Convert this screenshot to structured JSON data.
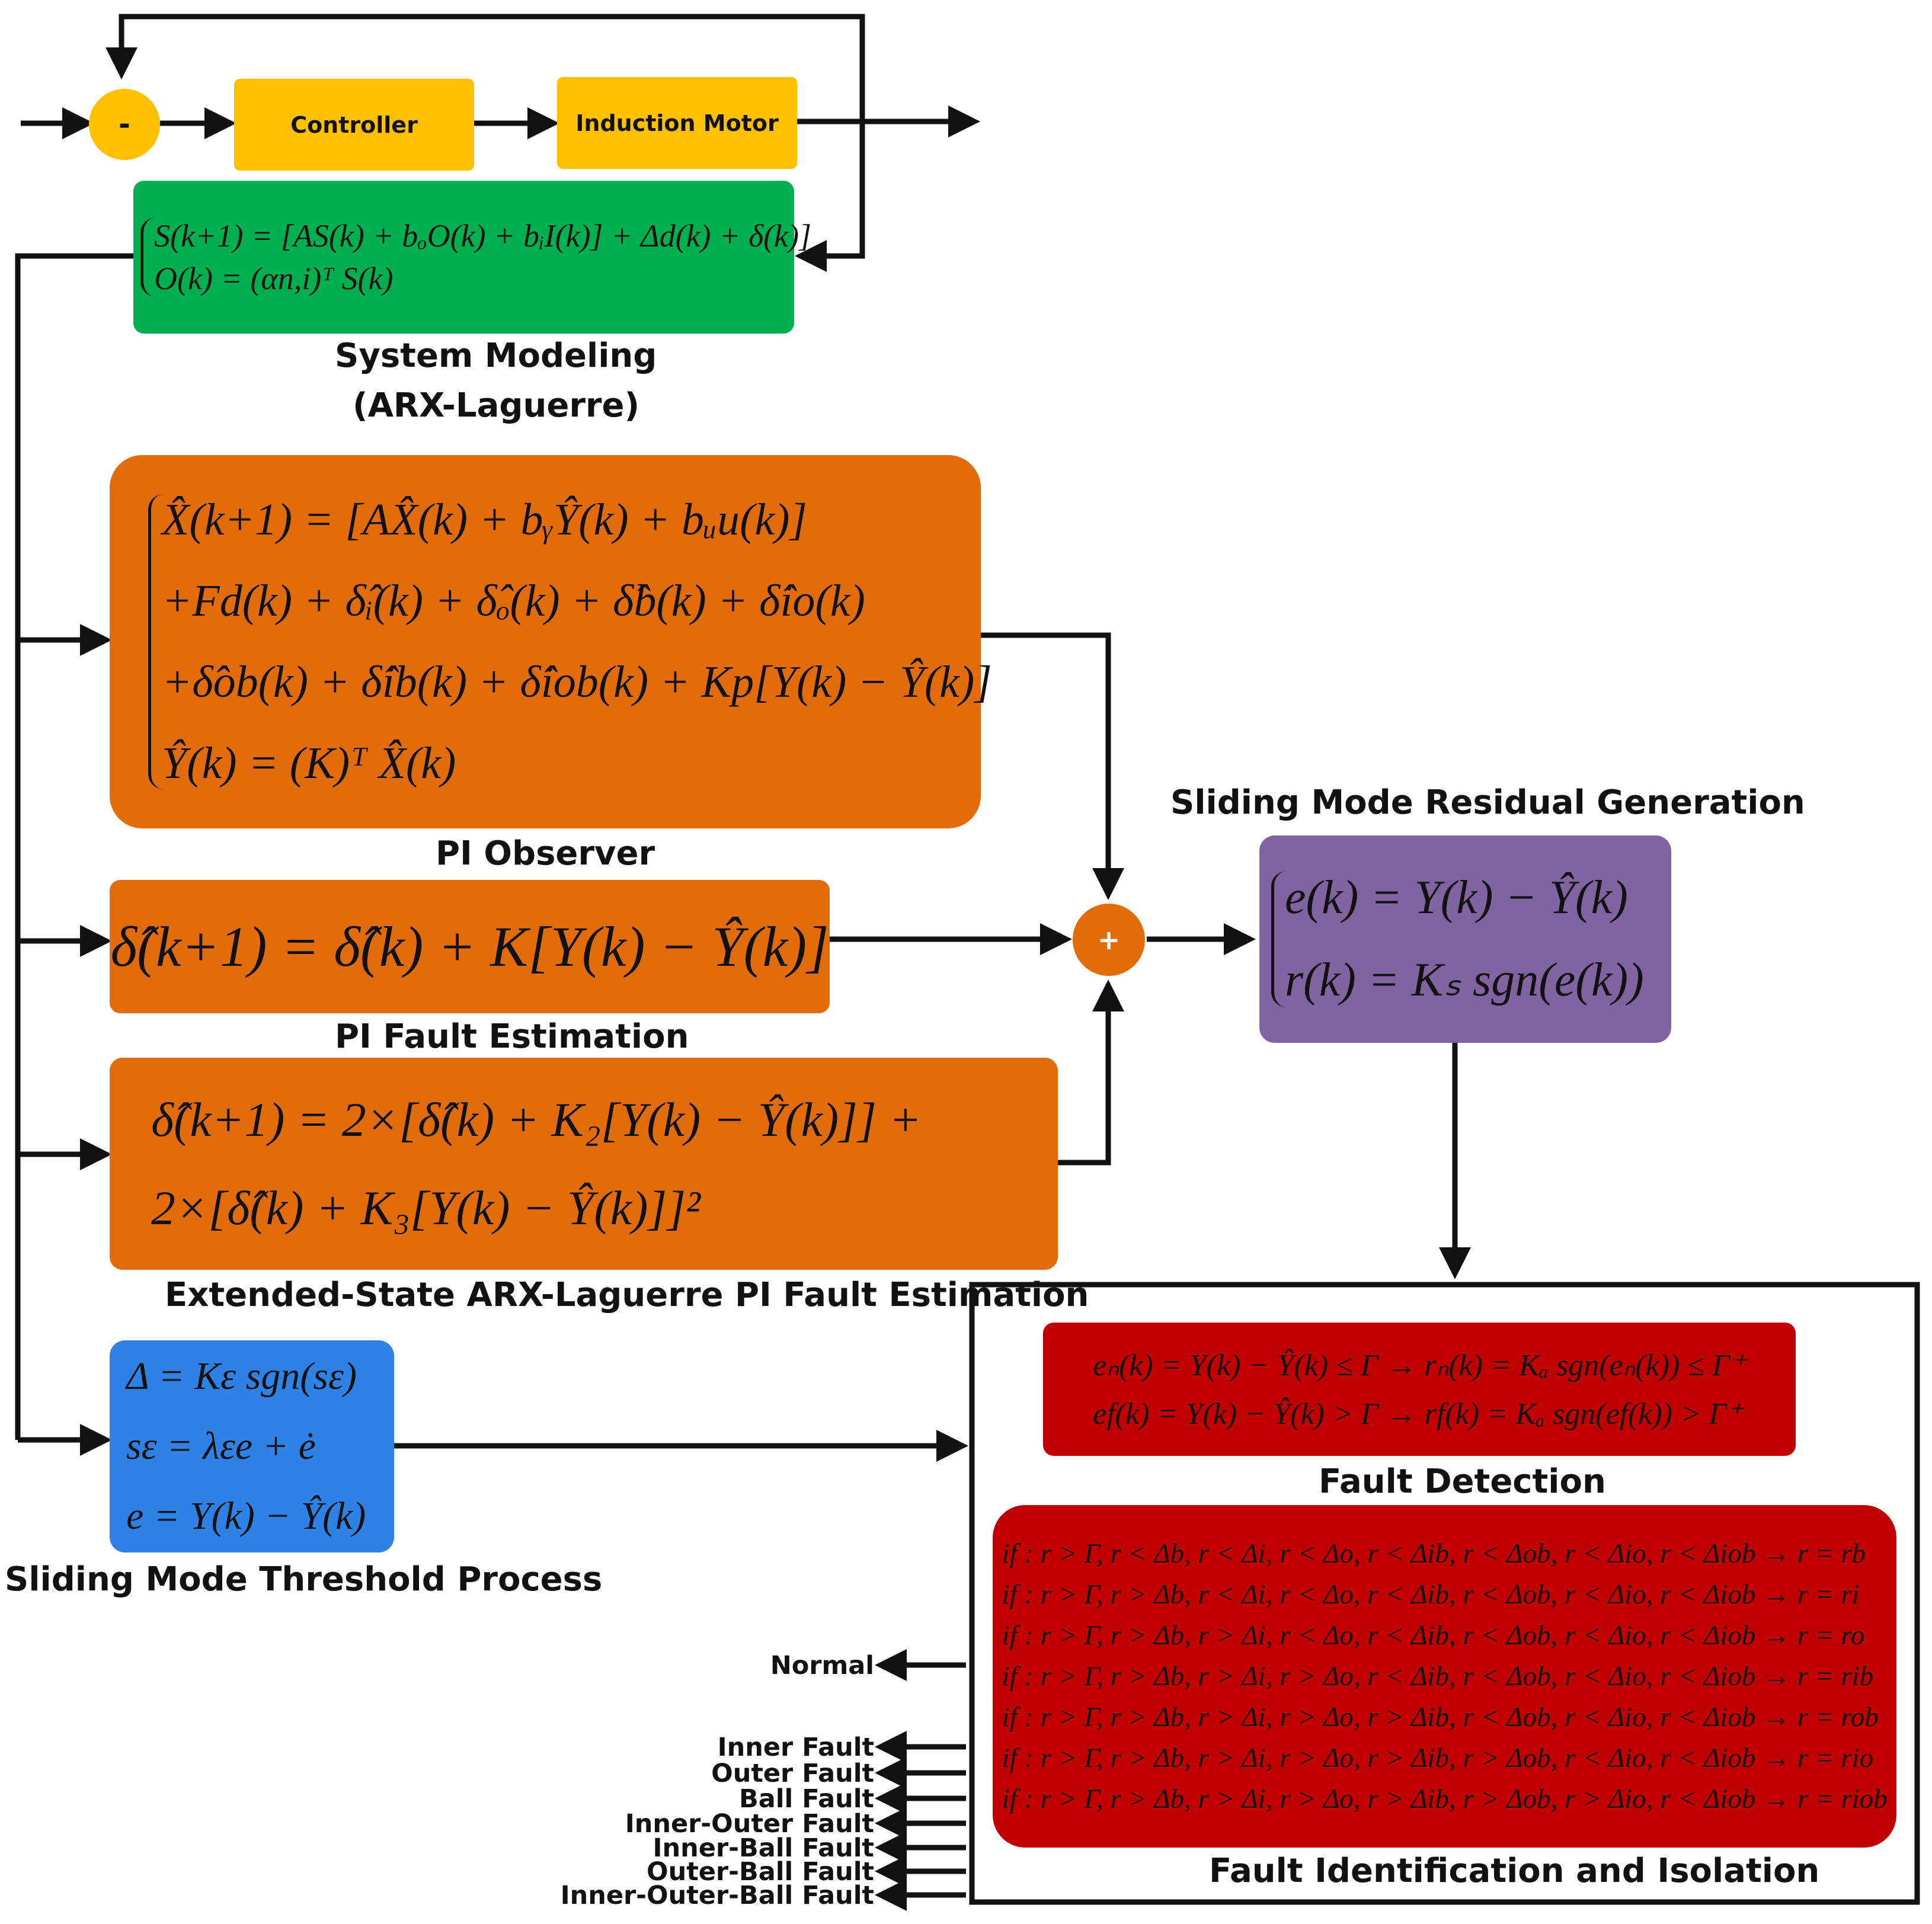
{
  "colors": {
    "controller": "#ffc000",
    "system_model": "#00b050",
    "observer": "#e36c0a",
    "residual": "#8064a2",
    "threshold": "#2e82e6",
    "fault": "#c00000"
  },
  "top_loop": {
    "sum_sign": "-",
    "controller": "Controller",
    "motor": "Induction Motor"
  },
  "system_modeling": {
    "eq1": "S(k+1) = [AS(k) + bₒO(k) + bᵢI(k)] + Δd(k) + δ(k)]",
    "eq2": "O(k) = (αn,i)ᵀ S(k)",
    "label_line1": "System Modeling",
    "label_line2": "(ARX-Laguerre)"
  },
  "pi_observer": {
    "eq1": "X̂(k+1) = [AX̂(k) + bᵧŶ(k) + bᵤu(k)]",
    "eq2": "+Fd(k) + δ̂ᵢ(k) + δ̂ₒ(k) + δ̂b(k) + δ̂io(k)",
    "eq3": "+δ̂ob(k) + δ̂ib(k) + δ̂iob(k) + Kp[Y(k) − Ŷ(k)]",
    "eq4": "Ŷ(k) = (K)ᵀ X̂(k)",
    "label": "PI Observer"
  },
  "pi_fault_estimation": {
    "eq": "δ̂(k+1) = δ̂(k) + K[Y(k) − Ŷ(k)]",
    "label": "PI Fault Estimation"
  },
  "extended_state": {
    "eq1": "δ̂(k+1) = 2×[δ̂(k) + K₂[Y(k) − Ŷ(k)]] +",
    "eq2": "2×[δ̂(k) + K₃[Y(k) − Ŷ(k)]]²",
    "label": "Extended-State ARX-Laguerre PI Fault Estimation"
  },
  "residual": {
    "sum_sign": "+",
    "eq1": "e(k) = Y(k) − Ŷ(k)",
    "eq2": "r(k) = Kₛ sgn(e(k))",
    "label": "Sliding Mode Residual Generation"
  },
  "threshold": {
    "eq1": "Δ = Kε sgn(sε)",
    "eq2": "sε = λεe + ė",
    "eq3": "e = Y(k) − Ŷ(k)",
    "label": "Sliding Mode Threshold Process"
  },
  "fault_detection": {
    "eq1": "eₙ(k) = Y(k) − Ŷ(k) ≤ Γ → rₙ(k) = Kₐ sgn(eₙ(k)) ≤ Γ⁺",
    "eq2": "ef(k) = Y(k) − Ŷ(k) > Γ → rf(k) = Kₐ sgn(ef(k)) > Γ⁺",
    "label": "Fault Detection"
  },
  "fault_identification": {
    "rules": [
      "if : r > Γ, r < Δb, r < Δi, r < Δo, r < Δib, r < Δob, r < Δio, r < Δiob → r = rb",
      "if : r > Γ, r > Δb, r < Δi, r < Δo, r < Δib, r < Δob, r < Δio, r < Δiob → r = ri",
      "if : r > Γ, r > Δb, r > Δi, r < Δo, r < Δib, r < Δob, r < Δio, r < Δiob → r = ro",
      "if : r > Γ, r > Δb, r > Δi, r > Δo, r < Δib, r < Δob, r < Δio, r < Δiob → r = rib",
      "if : r > Γ, r > Δb, r > Δi, r > Δo, r > Δib, r < Δob, r < Δio, r < Δiob → r = rob",
      "if : r > Γ, r > Δb, r > Δi, r > Δo, r > Δib, r > Δob, r < Δio, r < Δiob → r = rio",
      "if : r > Γ, r > Δb, r > Δi, r > Δo, r > Δib, r > Δob, r > Δio, r < Δiob → r = riob"
    ],
    "label": "Fault Identification and Isolation"
  },
  "outputs": {
    "normal": "Normal",
    "faults": [
      "Inner Fault",
      "Outer Fault",
      "Ball Fault",
      "Inner-Outer Fault",
      "Inner-Ball Fault",
      "Outer-Ball Fault",
      "Inner-Outer-Ball Fault"
    ]
  }
}
